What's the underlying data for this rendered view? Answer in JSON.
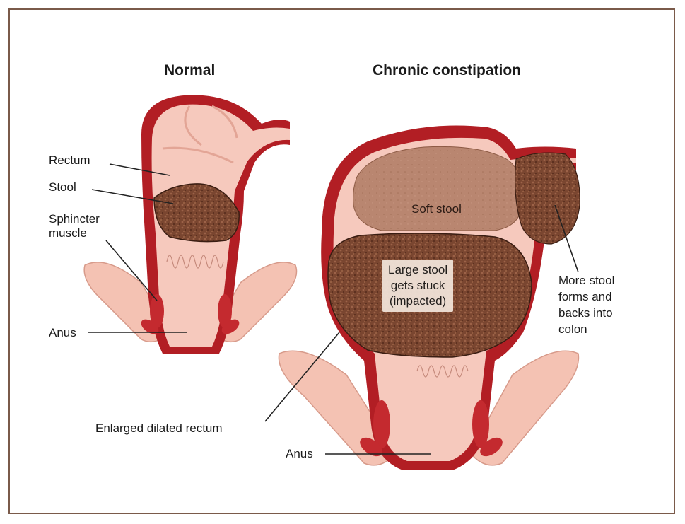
{
  "titles": {
    "normal": "Normal",
    "chronic": "Chronic constipation"
  },
  "labels": {
    "rectum": "Rectum",
    "stool": "Stool",
    "sphincter_line1": "Sphincter",
    "sphincter_line2": "muscle",
    "anus_left": "Anus",
    "soft_stool": "Soft stool",
    "large_stool_line1": "Large stool",
    "large_stool_line2": "gets stuck",
    "large_stool_line3": "(impacted)",
    "more_stool_line1": "More stool",
    "more_stool_line2": "forms and",
    "more_stool_line3": "backs into",
    "more_stool_line4": "colon",
    "enlarged_rectum": "Enlarged dilated rectum",
    "anus_right": "Anus"
  },
  "colors": {
    "frame": "#7a5a4a",
    "wall_red": "#b21e24",
    "tissue_pink": "#f6c9bd",
    "stool_brown": "#7a4630",
    "soft_stool": "#b98670"
  }
}
